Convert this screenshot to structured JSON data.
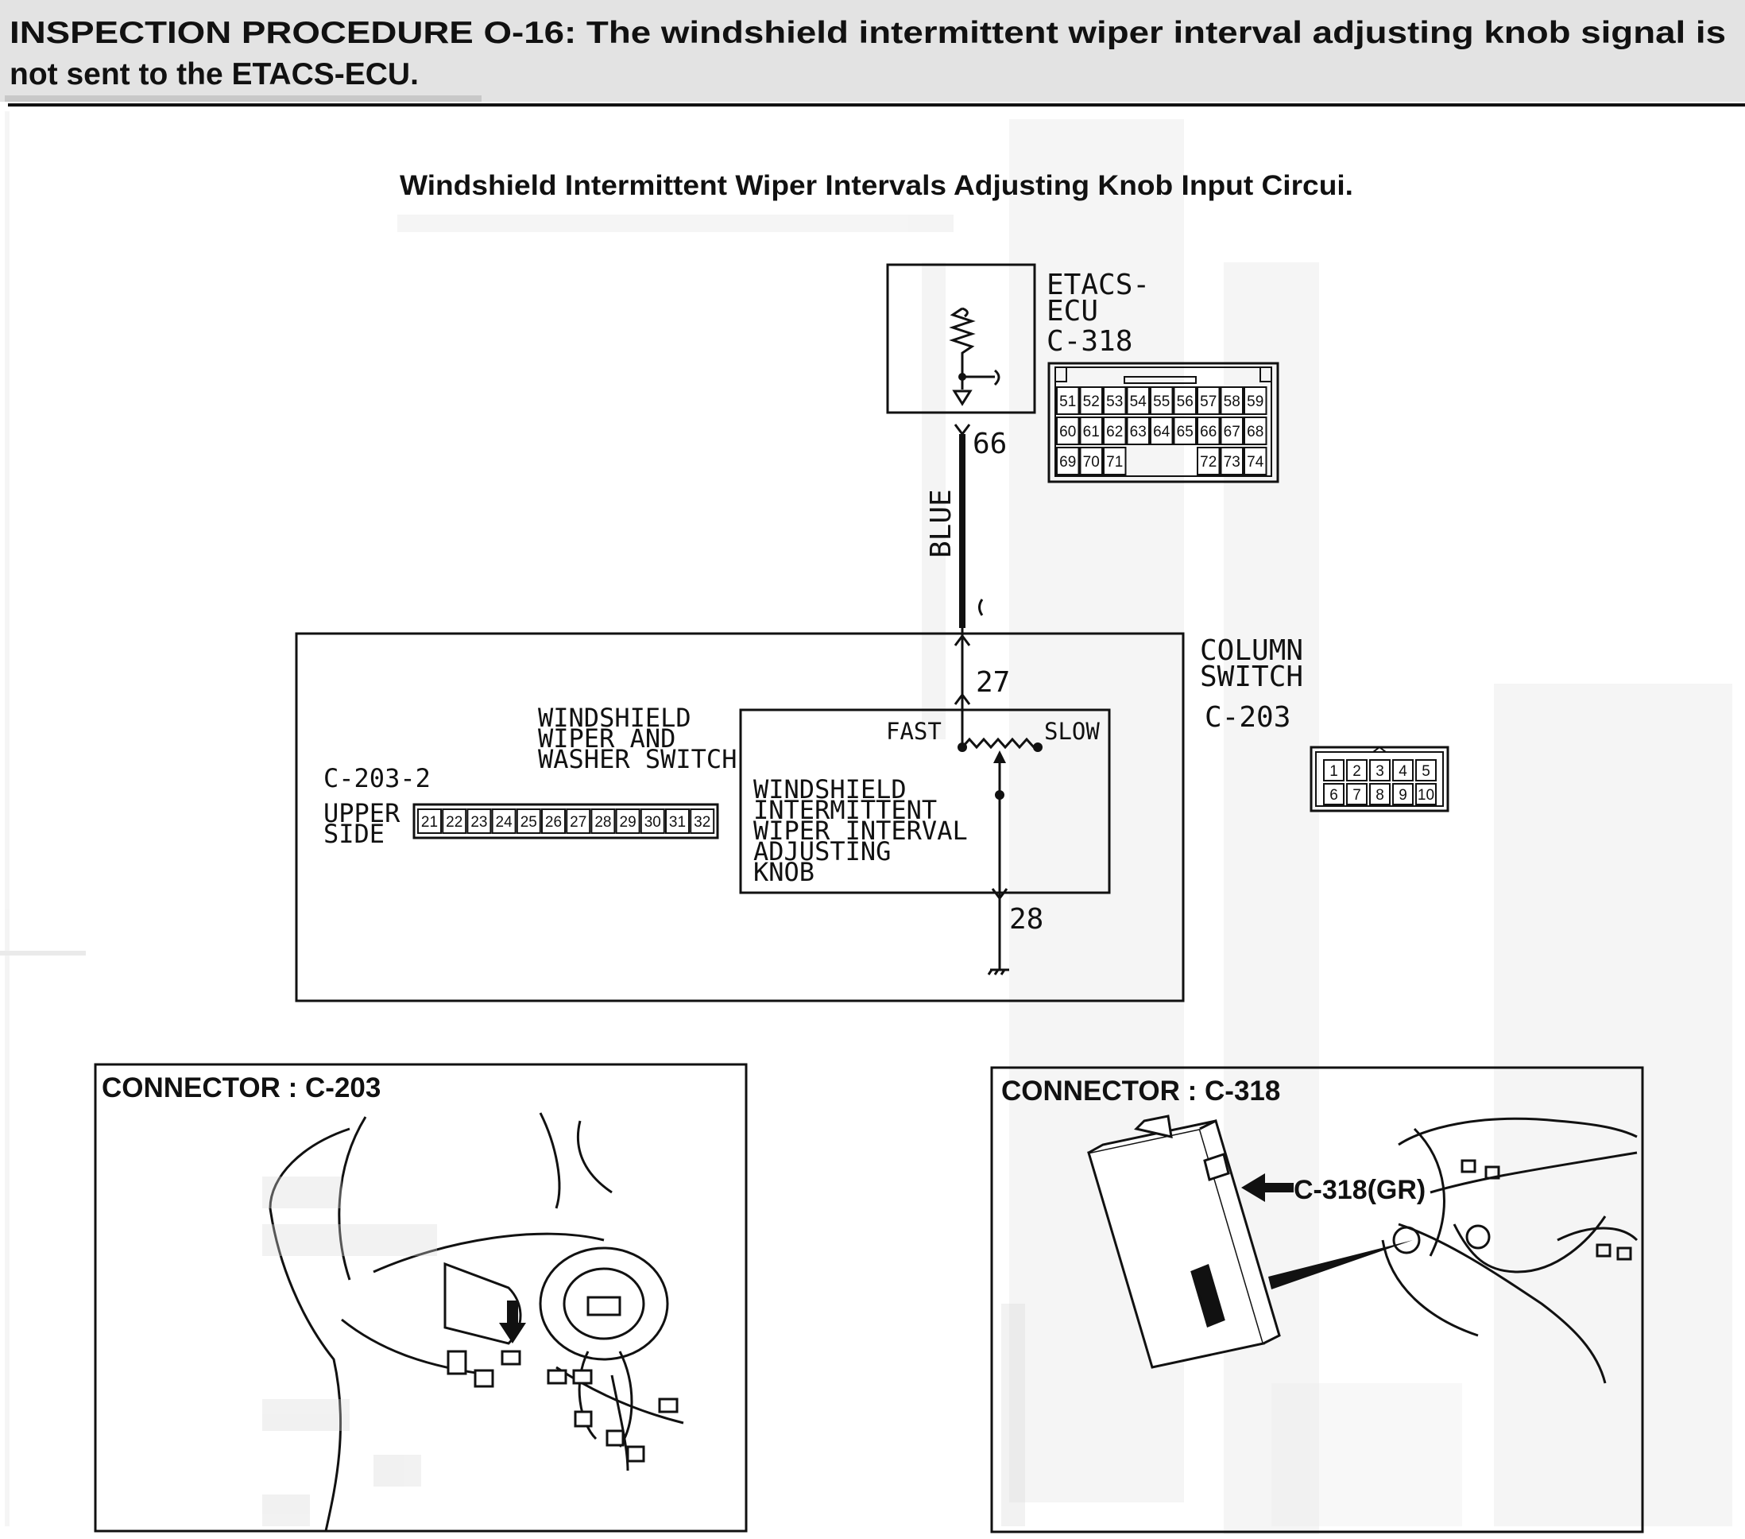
{
  "header": {
    "line1": "INSPECTION PROCEDURE O-16: The windshield intermittent wiper interval adjusting knob signal is",
    "line2": "not sent to the ETACS-ECU."
  },
  "diagram_title": "Windshield Intermittent Wiper Intervals Adjusting Knob Input Circui.",
  "ecu": {
    "name_line1": "ETACS-",
    "name_line2": "ECU",
    "connector": "C-318",
    "pin_rows": [
      [
        "51",
        "52",
        "53",
        "54",
        "55",
        "56",
        "57",
        "58",
        "59"
      ],
      [
        "60",
        "61",
        "62",
        "63",
        "64",
        "65",
        "66",
        "67",
        "68"
      ],
      [
        "69",
        "70",
        "71",
        "72",
        "73",
        "74"
      ]
    ],
    "terminal": "66"
  },
  "wire_color": "BLUE",
  "column_switch": {
    "name_line1": "COLUMN",
    "name_line2": "SWITCH",
    "connector": "C-203",
    "terminal_in": "27",
    "terminal_out": "28",
    "pins_row1": [
      "1",
      "2",
      "3",
      "4",
      "5"
    ],
    "pins_row2": [
      "6",
      "7",
      "8",
      "9",
      "10"
    ]
  },
  "washer_switch": {
    "line1": "WINDSHIELD",
    "line2": "WIPER AND",
    "line3": "WASHER SWITCH"
  },
  "sub_connector": {
    "id": "C-203-2",
    "side_line1": "UPPER",
    "side_line2": "SIDE",
    "pins": [
      "21",
      "22",
      "23",
      "24",
      "25",
      "26",
      "27",
      "28",
      "29",
      "30",
      "31",
      "32"
    ]
  },
  "knob": {
    "fast": "FAST",
    "slow": "SLOW",
    "line1": "WINDSHIELD",
    "line2": "INTERMITTENT",
    "line3": "WIPER INTERVAL",
    "line4": "ADJUSTING",
    "line5": "KNOB"
  },
  "panels": {
    "left_title": "CONNECTOR : C-203",
    "right_title": "CONNECTOR : C-318",
    "right_callout": "C-318(GR)"
  }
}
